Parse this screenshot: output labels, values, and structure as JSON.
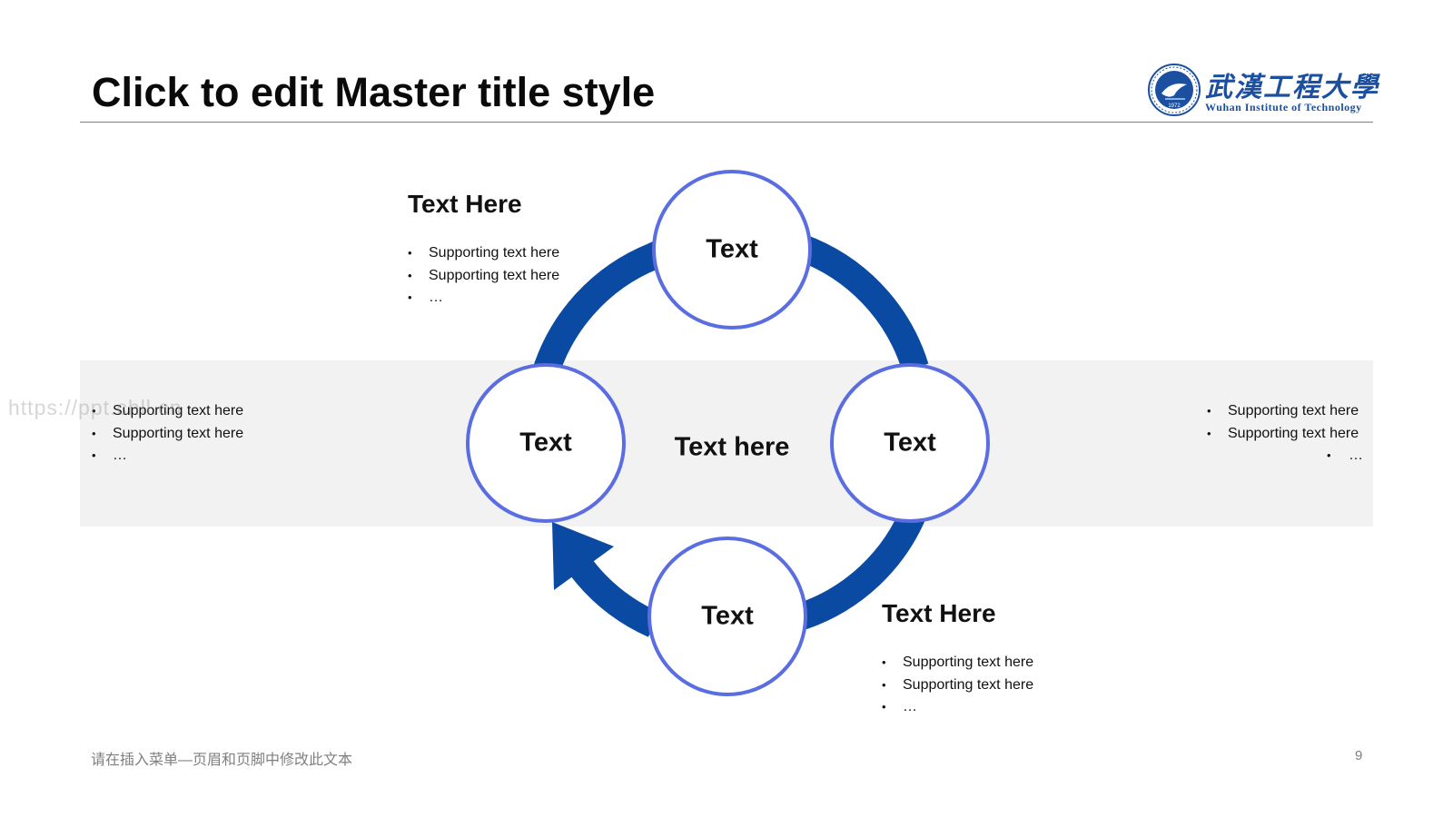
{
  "slide": {
    "title": "Click to edit Master title style",
    "logo": {
      "name_cn": "武漢工程大學",
      "name_en": "Wuhan Institute of Technology",
      "seal_text": "1972"
    },
    "watermark": "https://ppt.chll.cn",
    "footer_text": "请在插入菜单—页眉和页脚中修改此文本",
    "page_number": "9"
  },
  "diagram": {
    "center_label": "Text here",
    "nodes": [
      {
        "id": "top",
        "label": "Text"
      },
      {
        "id": "right",
        "label": "Text"
      },
      {
        "id": "bottom",
        "label": "Text"
      },
      {
        "id": "left",
        "label": "Text"
      }
    ],
    "blocks": {
      "top_left": {
        "heading": "Text Here",
        "bullets": [
          "Supporting text here",
          "Supporting text here",
          "…"
        ]
      },
      "left": {
        "bullets": [
          "Supporting text here",
          "Supporting text here",
          "…"
        ]
      },
      "right": {
        "bullets": [
          "Supporting text here",
          "Supporting text here",
          "…"
        ]
      },
      "bottom_right": {
        "heading": "Text Here",
        "bullets": [
          "Supporting text here",
          "Supporting text here",
          "…"
        ]
      }
    }
  },
  "colors": {
    "ring": "#0b4aa2",
    "node_border": "#5b6ee1",
    "node_fill": "#ffffff",
    "band": "#f2f2f2",
    "rule": "#7f7f7f",
    "logo_blue": "#1b4fa0"
  }
}
